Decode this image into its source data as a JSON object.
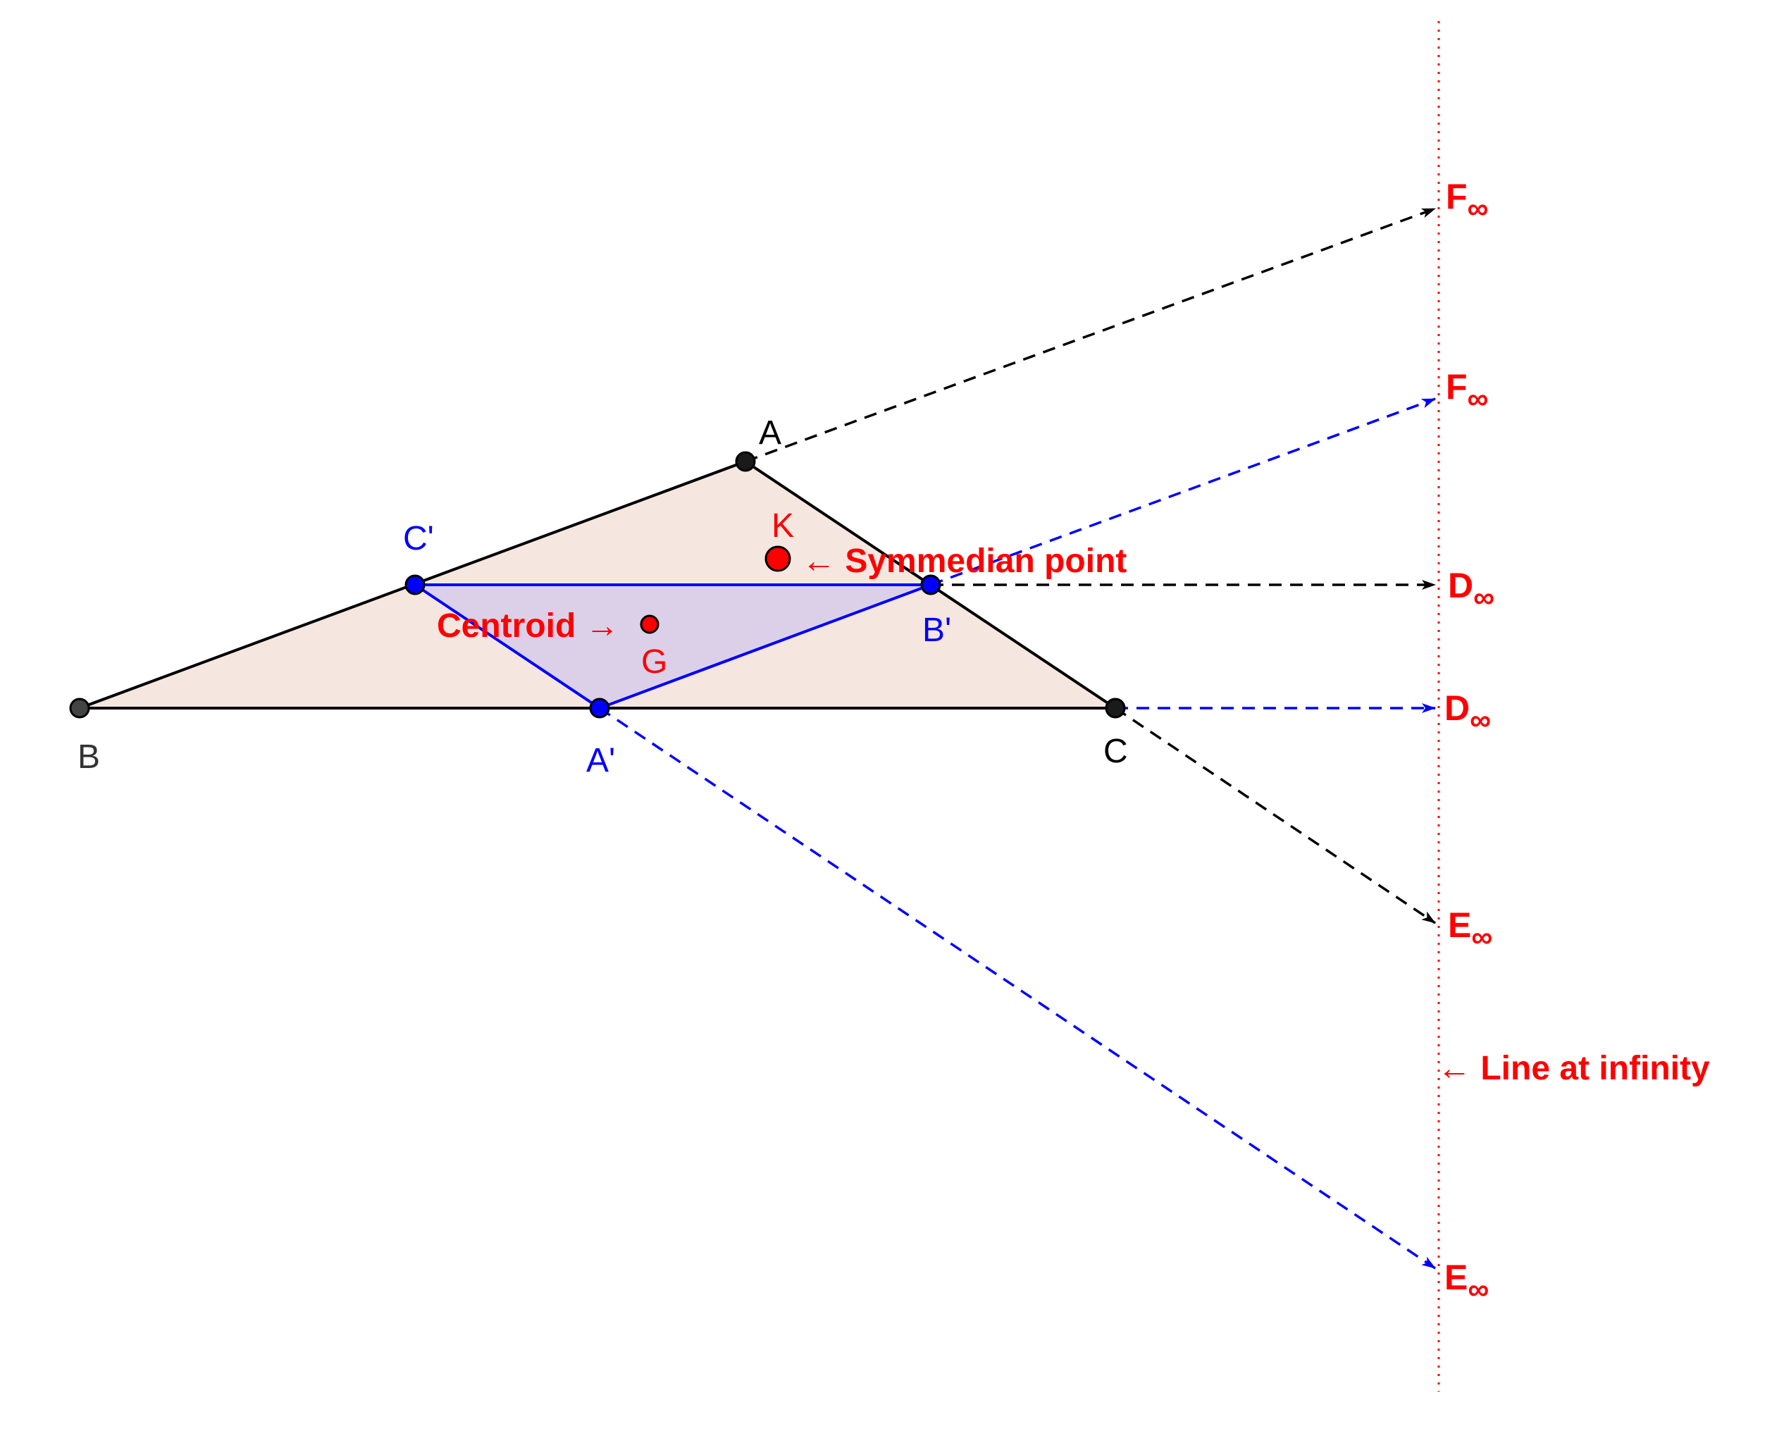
{
  "points": {
    "A": "A",
    "B": "B",
    "C": "C",
    "A_prime": "A'",
    "B_prime": "B'",
    "C_prime": "C'",
    "K": "K",
    "G": "G"
  },
  "annotations": {
    "symmedian_point": "← Symmedian point",
    "centroid": "Centroid →",
    "line_at_infinity": "← Line at infinity"
  },
  "infinity_points": [
    {
      "letter": "F",
      "sub": "∞"
    },
    {
      "letter": "F",
      "sub": "∞"
    },
    {
      "letter": "D",
      "sub": "∞"
    },
    {
      "letter": "D",
      "sub": "∞"
    },
    {
      "letter": "E",
      "sub": "∞"
    },
    {
      "letter": "E",
      "sub": "∞"
    }
  ],
  "colors": {
    "original_triangle": "#000000",
    "medial_triangle": "#0000ff",
    "special_points": "#ff0000",
    "outer_fill": "#f5e6e0",
    "inner_fill": "#dcd0e8"
  }
}
